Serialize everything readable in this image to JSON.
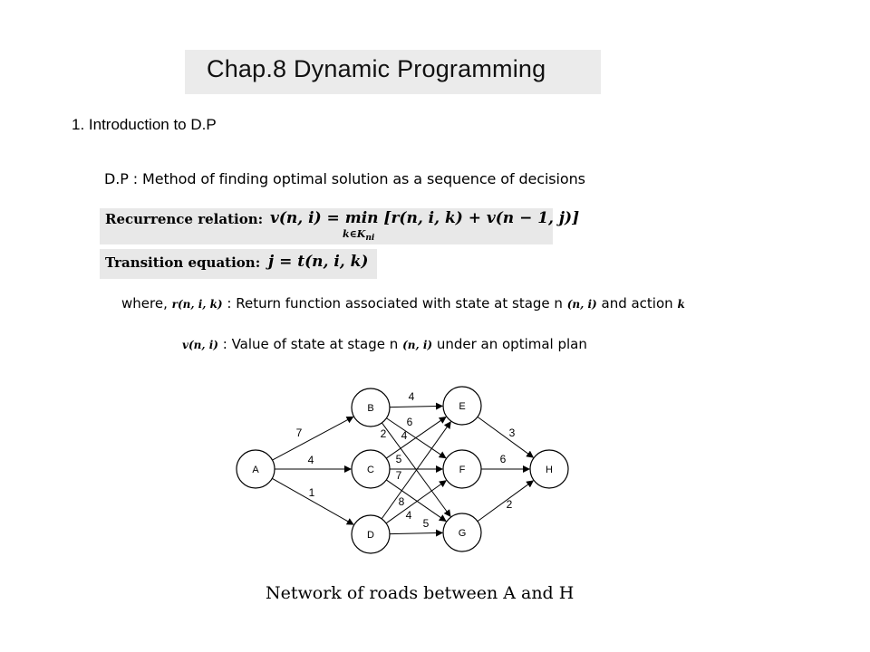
{
  "title": "Chap.8 Dynamic Programming",
  "section": "1.  Introduction to  D.P",
  "dp_definition": "D.P : Method of finding optimal solution as a sequence of decisions",
  "recurrence": {
    "label": "Recurrence relation:",
    "equation": "v(n, i)  =  min [r(n, i, k)  +  v(n − 1, j)]",
    "subscript": "k∈K",
    "subscript_index": "ni"
  },
  "transition": {
    "label": "Transition equation:",
    "equation": "j  =  t(n, i, k)"
  },
  "where_line": {
    "prefix": "where,",
    "symbol": "r(n, i, k)",
    "text": ": Return function associated with state at stage n",
    "symbol2": "(n, i)",
    "text2": "and action",
    "symbol3": "k"
  },
  "value_line": {
    "symbol": "v(n, i)",
    "text": ": Value of state at stage n",
    "symbol2": "(n, i)",
    "text2": "under an optimal plan"
  },
  "network": {
    "nodes": [
      "A",
      "B",
      "C",
      "D",
      "E",
      "F",
      "G",
      "H"
    ],
    "edges": [
      {
        "from": "A",
        "to": "B",
        "weight": "7"
      },
      {
        "from": "A",
        "to": "C",
        "weight": "4"
      },
      {
        "from": "A",
        "to": "D",
        "weight": "1"
      },
      {
        "from": "B",
        "to": "E",
        "weight": "4"
      },
      {
        "from": "B",
        "to": "F",
        "weight": "6"
      },
      {
        "from": "B",
        "to": "G",
        "weight": "4"
      },
      {
        "from": "C",
        "to": "E",
        "weight": "2"
      },
      {
        "from": "C",
        "to": "F",
        "weight": "5"
      },
      {
        "from": "C",
        "to": "G",
        "weight": "7"
      },
      {
        "from": "D",
        "to": "E",
        "weight": "8"
      },
      {
        "from": "D",
        "to": "F",
        "weight": "4"
      },
      {
        "from": "D",
        "to": "G",
        "weight": "5"
      },
      {
        "from": "E",
        "to": "H",
        "weight": "3"
      },
      {
        "from": "F",
        "to": "H",
        "weight": "6"
      },
      {
        "from": "G",
        "to": "H",
        "weight": "2"
      }
    ]
  },
  "caption": "Network of roads between A and H"
}
